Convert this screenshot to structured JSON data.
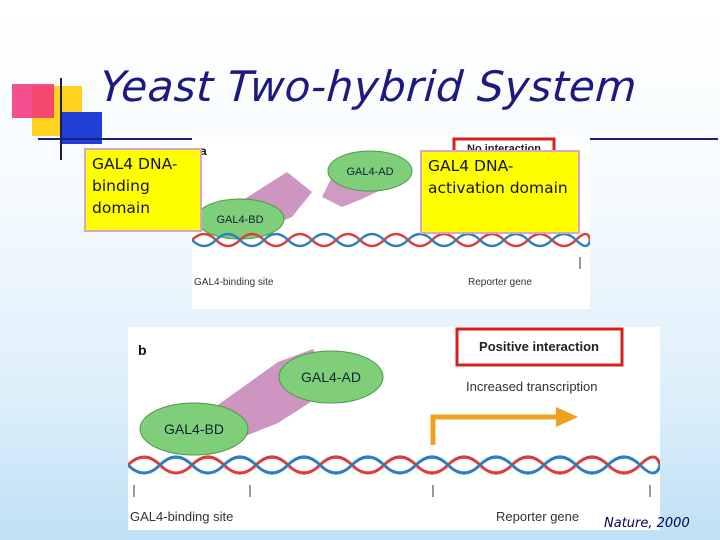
{
  "slide": {
    "title": "Yeast Two-hybrid System",
    "citation": "Nature, 2000"
  },
  "callouts": {
    "binding_domain": "GAL4 DNA-binding domain",
    "activation_domain": "GAL4 DNA-activation domain"
  },
  "panel_a": {
    "letter": "a",
    "status_box": "No interaction",
    "ad_label": "GAL4-AD",
    "bd_label": "GAL4-BD",
    "binding_site_label": "GAL4-binding site",
    "reporter_label": "Reporter gene"
  },
  "panel_b": {
    "letter": "b",
    "status_box": "Positive interaction",
    "ad_label": "GAL4-AD",
    "bd_label": "GAL4-BD",
    "transcription_label": "Increased transcription",
    "binding_site_label": "GAL4-binding site",
    "reporter_label": "Reporter gene"
  },
  "colors": {
    "title": "#1a1a80",
    "callout_fill": "#ffff00",
    "status_border": "#d62020",
    "domain_green": "#7fcf7a",
    "bait_prey_pink": "#c88ab8",
    "dna_red": "#d8413a",
    "dna_blue": "#2f7fbf",
    "arrow_orange": "#f0a020"
  }
}
